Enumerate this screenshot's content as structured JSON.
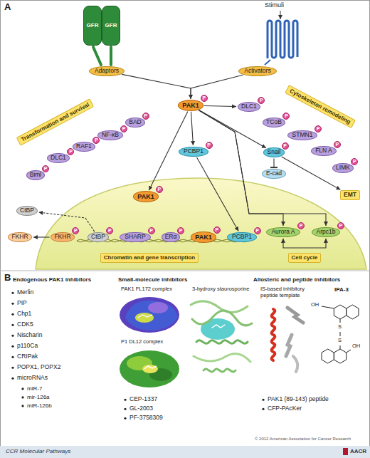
{
  "diagram": {
    "nodes": [
      {
        "text": [
          "GFR"
        ]
      },
      {
        "text": [
          "GFR"
        ]
      },
      {
        "text": [
          "Adaptors"
        ]
      },
      {
        "text": [
          "Activators"
        ]
      },
      {
        "text": [
          "PAK1"
        ]
      },
      {
        "text": [
          "P"
        ],
        "in": 4
      },
      {
        "text": [
          "Transformation and survival"
        ]
      },
      {
        "text": [
          "BAD"
        ]
      },
      {
        "text": [
          "P"
        ],
        "in": 7
      },
      {
        "text": [
          "NF-κB"
        ]
      },
      {
        "text": [
          "P"
        ],
        "in": 9
      },
      {
        "text": [
          "RAF1"
        ]
      },
      {
        "text": [
          "P"
        ],
        "in": 11
      },
      {
        "text": [
          "DLC1"
        ]
      },
      {
        "text": [
          "P"
        ],
        "in": 13
      },
      {
        "text": [
          "Biml"
        ]
      },
      {
        "text": [
          "P"
        ],
        "in": 15
      },
      {
        "text": [
          "PCBP1"
        ]
      },
      {
        "text": [
          "P"
        ],
        "in": 17
      },
      {
        "text": [
          "Cytoskeleton remodeling"
        ]
      },
      {
        "text": [
          "DLC1"
        ]
      },
      {
        "text": [
          "P"
        ],
        "in": 20
      },
      {
        "text": [
          "TCoB"
        ]
      },
      {
        "text": [
          "P"
        ],
        "in": 22
      },
      {
        "text": [
          "STMN1"
        ]
      },
      {
        "text": [
          "P"
        ],
        "in": 24
      },
      {
        "text": [
          "FLN A"
        ]
      },
      {
        "text": [
          "P"
        ],
        "in": 26
      },
      {
        "text": [
          "LIMK"
        ]
      },
      {
        "text": [
          "P"
        ],
        "in": 28
      },
      {
        "text": [
          "Snail"
        ]
      },
      {
        "text": [
          "P"
        ],
        "in": 30
      },
      {
        "text": [
          "E-cad"
        ]
      },
      {
        "text": [
          "EMT"
        ]
      },
      {
        "text": [
          "PAK1"
        ]
      },
      {
        "text": [
          "P"
        ],
        "in": 34
      },
      {
        "text": [
          "CtBP"
        ]
      },
      {
        "text": [
          "FKHR"
        ]
      },
      {
        "text": [
          "FKHR"
        ]
      },
      {
        "text": [
          "P"
        ],
        "in": 38
      },
      {
        "text": [
          "CtBP"
        ]
      },
      {
        "text": [
          "P"
        ],
        "in": 40
      },
      {
        "text": [
          "SHARP"
        ]
      },
      {
        "text": [
          "P"
        ],
        "in": 42
      },
      {
        "text": [
          "ERα"
        ]
      },
      {
        "text": [
          "P"
        ],
        "in": 44
      },
      {
        "text": [
          "PAK1"
        ]
      },
      {
        "text": [
          "P"
        ],
        "in": 46
      },
      {
        "text": [
          "PCBP1"
        ]
      },
      {
        "text": [
          "P"
        ],
        "in": 48
      },
      {
        "text": [
          "Aurora A"
        ]
      },
      {
        "text": [
          "P"
        ],
        "in": 50
      },
      {
        "text": [
          "Arpc1b"
        ]
      },
      {
        "text": [
          "P"
        ],
        "in": 52
      },
      {
        "text": [
          "Chromatin and gene transcription"
        ]
      },
      {
        "text": [
          "Cell cycle"
        ]
      }
    ],
    "edges": [
      {
        "from": 2,
        "to": 4,
        "arrow": "to"
      },
      {
        "from": 3,
        "to": 4,
        "arrow": "to"
      },
      {
        "from": 4,
        "to": 34,
        "arrow": "to"
      },
      {
        "from": 4,
        "to": 17,
        "arrow": "to"
      },
      {
        "from": 4,
        "to": 20,
        "arrow": "to"
      },
      {
        "from": 4,
        "to": 30,
        "arrow": "to"
      },
      {
        "from": 4,
        "to": 50,
        "arrow": "to"
      },
      {
        "from": 4,
        "to": 52,
        "arrow": "to"
      },
      {
        "from": 17,
        "to": 48,
        "arrow": "to"
      },
      {
        "from": 30,
        "to": 32,
        "arrow": "to"
      },
      {
        "from": 30,
        "to": 33,
        "arrow": "to"
      },
      {
        "from": 38,
        "to": 37,
        "arrow": "to"
      },
      {
        "from": 40,
        "to": 36,
        "arrow": "to"
      },
      {
        "from": 50,
        "to": 52,
        "arrow": "both"
      }
    ],
    "labels": [
      "A",
      "Stimuli",
      "B",
      "Endogenous PAK1 inhibitors",
      "Merlin",
      "PIP",
      "Chp1",
      "CDK5",
      "Nischarin",
      "p110Ca",
      "CRIPak",
      "POPX1, POPX2",
      "microRNAs",
      "miR-7",
      "mir-126a",
      "miR-126b",
      "Small-molecule inhibitors",
      "PAK1 FL172 complex",
      "P1 DL12 complex",
      "CEP-1337",
      "GL-2003",
      "PF-3758309",
      "3-hydroxy staurosporine",
      "Allosteric and peptide inhibitors",
      "IS-based inhibitory peptide template",
      "IPA-3",
      "OH",
      "S",
      "S",
      "OH",
      "PAK1 (89-143) peptide",
      "CFP-PAcKer",
      "© 2012 American Association for Cancer Research",
      "CCR Molecular Pathways",
      "AACR"
    ]
  }
}
